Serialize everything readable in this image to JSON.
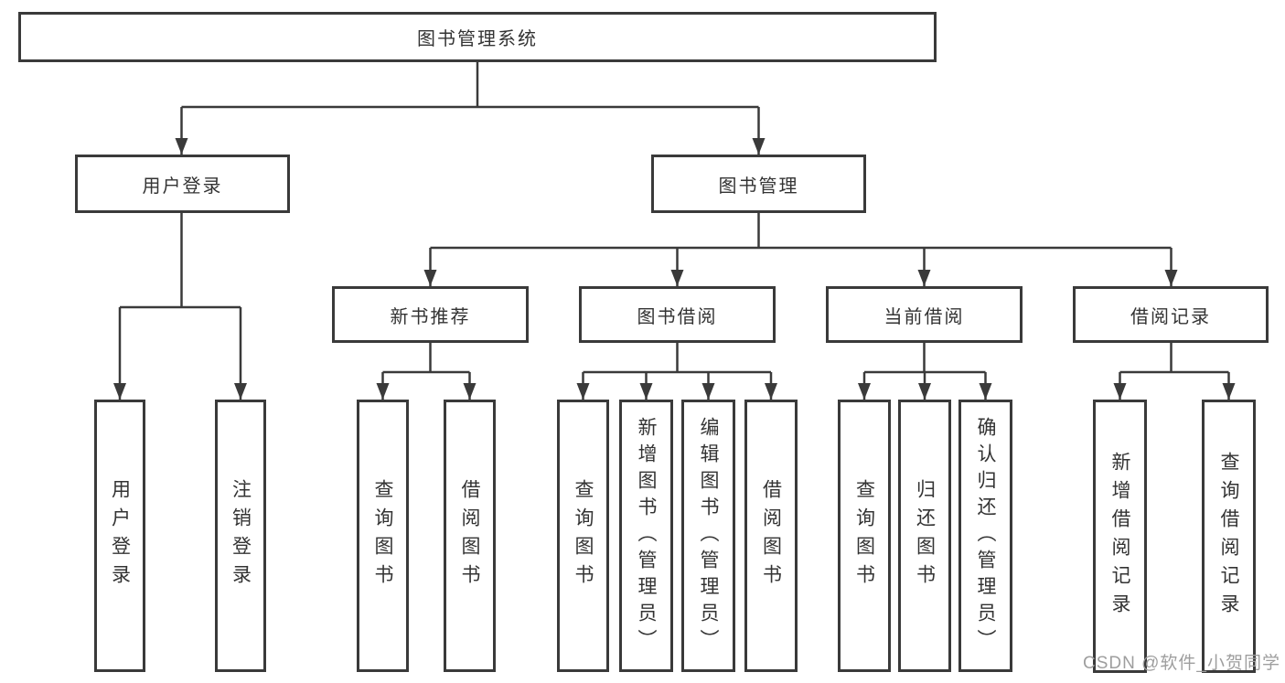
{
  "diagram": {
    "type": "hierarchy",
    "tree": {
      "label": "图书管理系统",
      "children": [
        {
          "label": "用户登录",
          "children": [
            {
              "label": "用户登录"
            },
            {
              "label": "注销登录"
            }
          ]
        },
        {
          "label": "图书管理",
          "children": [
            {
              "label": "新书推荐",
              "children": [
                {
                  "label": "查询图书"
                },
                {
                  "label": "借阅图书"
                }
              ]
            },
            {
              "label": "图书借阅",
              "children": [
                {
                  "label": "查询图书"
                },
                {
                  "label": "新增图书（管理员）"
                },
                {
                  "label": "编辑图书（管理员）"
                },
                {
                  "label": "借阅图书"
                }
              ]
            },
            {
              "label": "当前借阅",
              "children": [
                {
                  "label": "查询图书"
                },
                {
                  "label": "归还图书"
                },
                {
                  "label": "确认归还（管理员）"
                }
              ]
            },
            {
              "label": "借阅记录",
              "children": [
                {
                  "label": "新增借阅记录"
                },
                {
                  "label": "查询借阅记录"
                }
              ]
            }
          ]
        }
      ]
    }
  },
  "watermark": {
    "text": "CSDN @软件_小贺同学",
    "color": "#9e9e9e"
  },
  "colors": {
    "line": "#3a3a3a",
    "box_border": "#3a3a3a",
    "box_fill": "#ffffff",
    "text": "#333333",
    "background": "#ffffff"
  }
}
